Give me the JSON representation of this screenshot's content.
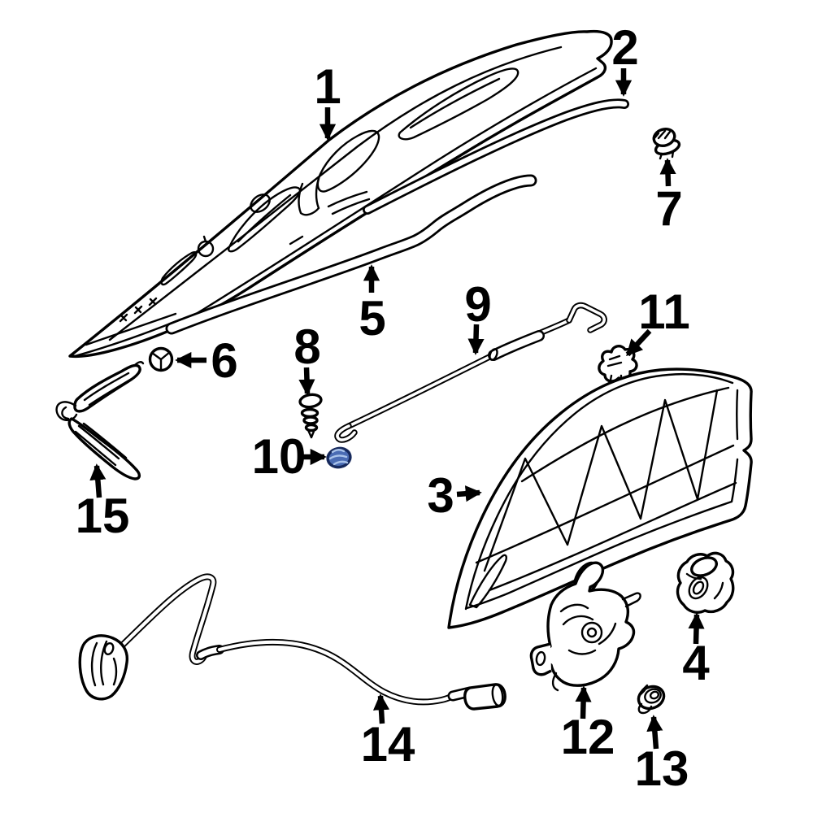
{
  "diagram": {
    "colors": {
      "background": "#ffffff",
      "line": "#000000",
      "highlight_fill": "#4a6cb4",
      "highlight_stroke": "#16295c",
      "highlight_detail": "#a9c3ea"
    },
    "highlighted_callout": "10",
    "callouts": [
      {
        "label": "1",
        "part": "hood-panel"
      },
      {
        "label": "2",
        "part": "hood-rear-weatherstrip"
      },
      {
        "label": "3",
        "part": "hood-insulation-pad"
      },
      {
        "label": "4",
        "part": "latch-gasket"
      },
      {
        "label": "5",
        "part": "hood-front-seal"
      },
      {
        "label": "6",
        "part": "hood-bumper"
      },
      {
        "label": "7",
        "part": "push-pin-clip"
      },
      {
        "label": "8",
        "part": "push-pin-screw"
      },
      {
        "label": "9",
        "part": "hood-prop-rod"
      },
      {
        "label": "10",
        "part": "prop-rod-grommet-highlighted"
      },
      {
        "label": "11",
        "part": "rod-retainer-clip"
      },
      {
        "label": "12",
        "part": "hood-latch"
      },
      {
        "label": "13",
        "part": "latch-grommet"
      },
      {
        "label": "14",
        "part": "hood-release-cable"
      },
      {
        "label": "15",
        "part": "hood-hinge"
      }
    ]
  }
}
